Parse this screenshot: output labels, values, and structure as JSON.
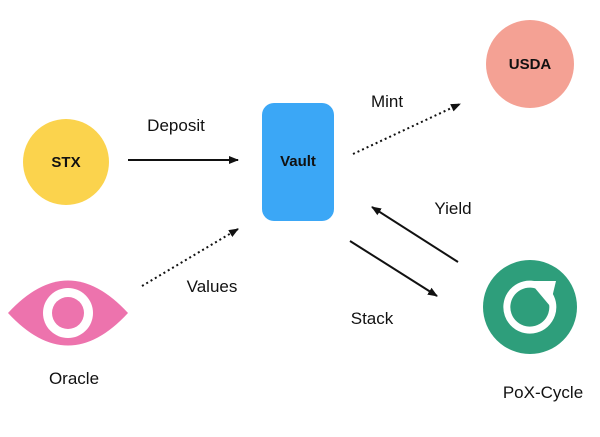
{
  "colors": {
    "stx": "#FBD34D",
    "vault": "#3BA7F6",
    "usda": "#F4A194",
    "oracle": "#ED73AD",
    "pox": "#2E9E7B",
    "arrow": "#111111"
  },
  "nodes": {
    "stx": {
      "label": "STX"
    },
    "vault": {
      "label": "Vault"
    },
    "usda": {
      "label": "USDA"
    },
    "oracle": {
      "label": "Oracle",
      "icon": "eye-icon"
    },
    "pox": {
      "label": "PoX-Cycle",
      "icon": "refresh-icon"
    }
  },
  "edges": {
    "deposit": {
      "label": "Deposit",
      "style": "solid"
    },
    "mint": {
      "label": "Mint",
      "style": "dotted"
    },
    "values": {
      "label": "Values",
      "style": "dotted"
    },
    "yield": {
      "label": "Yield",
      "style": "solid"
    },
    "stack": {
      "label": "Stack",
      "style": "solid"
    }
  }
}
